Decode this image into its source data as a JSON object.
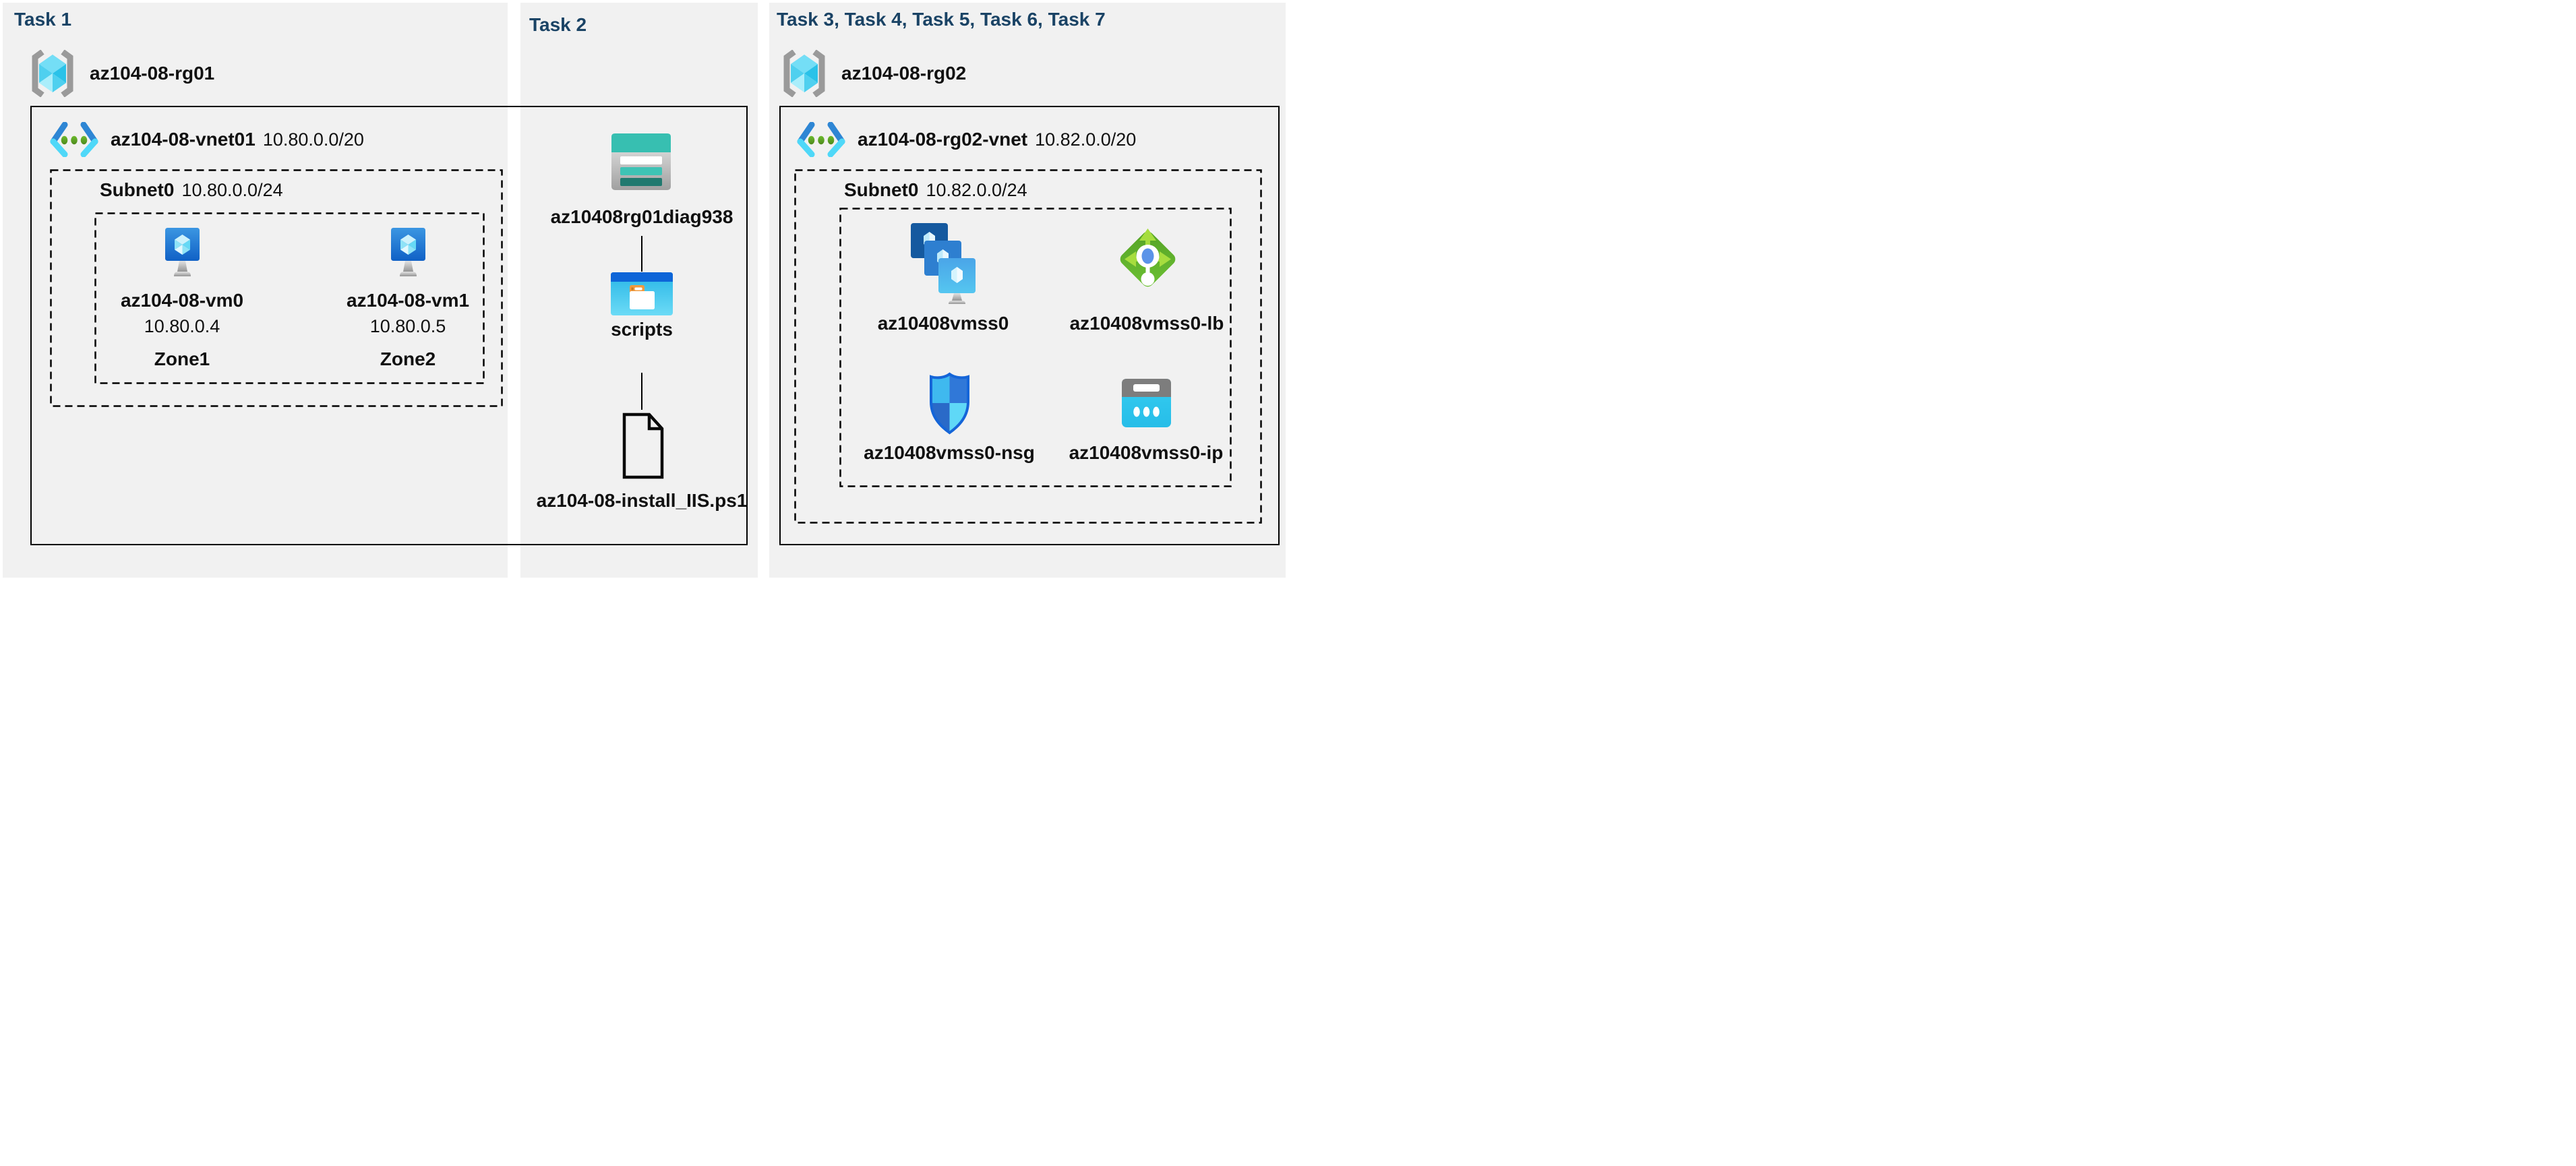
{
  "colors": {
    "heading_blue": "#1a4365",
    "panel_gray": "#f1f1f1",
    "border_black": "#000000",
    "azure_blue": "#2e86d4",
    "azure_cyan": "#4fd8f8",
    "vnet_dot_green": "#5a9e26",
    "storage_teal": "#37bfb1",
    "lb_green": "#61b02c",
    "ip_cyan": "#2fc9ee"
  },
  "task1": {
    "heading": "Task 1",
    "resource_group": "az104-08-rg01",
    "vnet": {
      "name": "az104-08-vnet01",
      "cidr": "10.80.0.0/20"
    },
    "subnet": {
      "name": "Subnet0",
      "cidr": "10.80.0.0/24"
    },
    "vms": [
      {
        "name": "az104-08-vm0",
        "ip": "10.80.0.4",
        "zone": "Zone1"
      },
      {
        "name": "az104-08-vm1",
        "ip": "10.80.0.5",
        "zone": "Zone2"
      }
    ]
  },
  "task2": {
    "heading": "Task 2",
    "storage_account": "az10408rg01diag938",
    "container": "scripts",
    "script_file": "az104-08-install_IIS.ps1"
  },
  "task3": {
    "heading": "Task 3, Task 4, Task 5, Task 6, Task 7",
    "resource_group": "az104-08-rg02",
    "vnet": {
      "name": "az104-08-rg02-vnet",
      "cidr": "10.82.0.0/20"
    },
    "subnet": {
      "name": "Subnet0",
      "cidr": "10.82.0.0/24"
    },
    "resources": [
      {
        "name": "az10408vmss0",
        "type": "vm-scale-set"
      },
      {
        "name": "az10408vmss0-lb",
        "type": "load-balancer"
      },
      {
        "name": "az10408vmss0-nsg",
        "type": "network-security-group"
      },
      {
        "name": "az10408vmss0-ip",
        "type": "public-ip"
      }
    ]
  }
}
